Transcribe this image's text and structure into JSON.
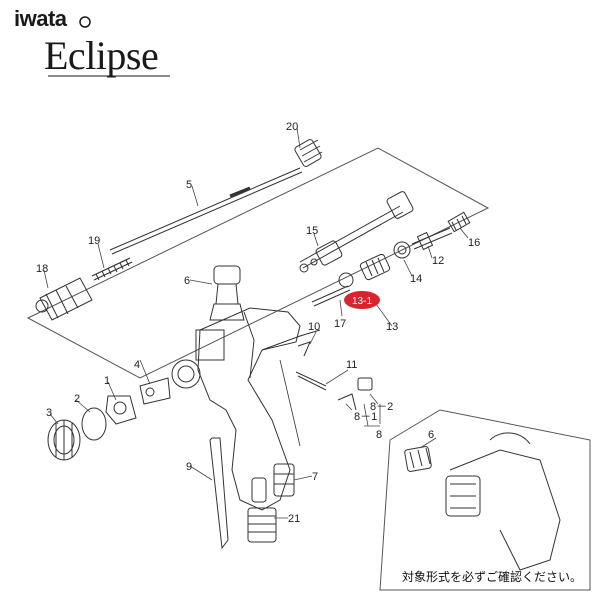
{
  "brand": {
    "maker": "iwata",
    "product": "Eclipse"
  },
  "note": "対象形式を必ずご確認ください。",
  "colors": {
    "highlight": "#d9232d",
    "line": "#333333"
  },
  "callouts": [
    {
      "id": "c20",
      "label": "20"
    },
    {
      "id": "c5",
      "label": "5"
    },
    {
      "id": "c19",
      "label": "19"
    },
    {
      "id": "c18",
      "label": "18"
    },
    {
      "id": "c15",
      "label": "15"
    },
    {
      "id": "c16",
      "label": "16"
    },
    {
      "id": "c12",
      "label": "12"
    },
    {
      "id": "c14",
      "label": "14"
    },
    {
      "id": "c6a",
      "label": "6"
    },
    {
      "id": "c131",
      "label": "13-1",
      "highlight": true
    },
    {
      "id": "c17",
      "label": "17"
    },
    {
      "id": "c13",
      "label": "13"
    },
    {
      "id": "c10",
      "label": "10"
    },
    {
      "id": "c11",
      "label": "11"
    },
    {
      "id": "c4",
      "label": "4"
    },
    {
      "id": "c1",
      "label": "1"
    },
    {
      "id": "c2",
      "label": "2"
    },
    {
      "id": "c3",
      "label": "3"
    },
    {
      "id": "c82",
      "label": "8－2"
    },
    {
      "id": "c81",
      "label": "8－1"
    },
    {
      "id": "c8",
      "label": "8"
    },
    {
      "id": "c9",
      "label": "9"
    },
    {
      "id": "c7",
      "label": "7"
    },
    {
      "id": "c21",
      "label": "21"
    },
    {
      "id": "c6b",
      "label": "6"
    }
  ]
}
